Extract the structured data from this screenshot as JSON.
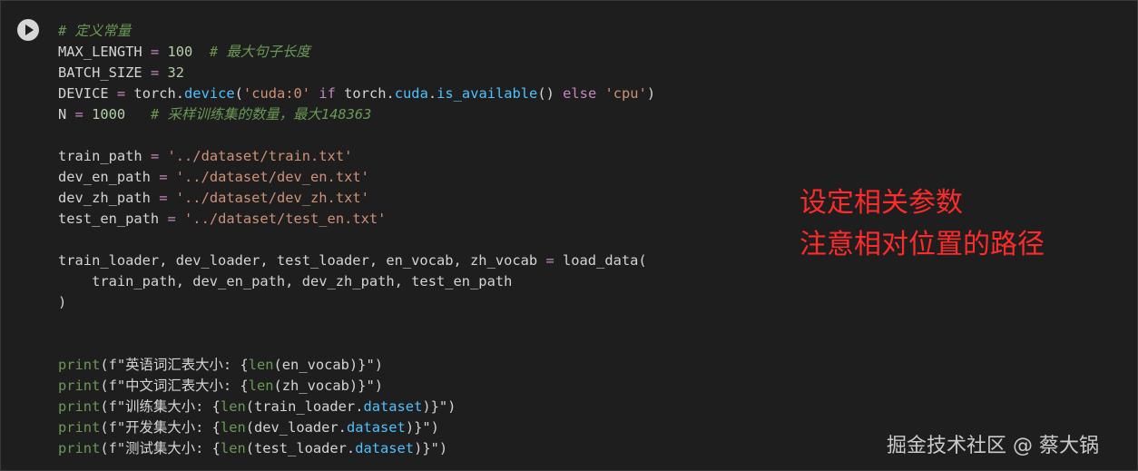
{
  "cell": {
    "run_button_label": "Run cell"
  },
  "code_lines": [
    [
      {
        "t": "comment",
        "v": "# 定义常量"
      }
    ],
    [
      {
        "t": "plain",
        "v": "MAX_LENGTH "
      },
      {
        "t": "op",
        "v": "="
      },
      {
        "t": "plain",
        "v": " "
      },
      {
        "t": "number",
        "v": "100"
      },
      {
        "t": "plain",
        "v": "  "
      },
      {
        "t": "comment",
        "v": "# 最大句子长度"
      }
    ],
    [
      {
        "t": "plain",
        "v": "BATCH_SIZE "
      },
      {
        "t": "op",
        "v": "="
      },
      {
        "t": "plain",
        "v": " "
      },
      {
        "t": "number",
        "v": "32"
      }
    ],
    [
      {
        "t": "plain",
        "v": "DEVICE "
      },
      {
        "t": "op",
        "v": "="
      },
      {
        "t": "plain",
        "v": " torch."
      },
      {
        "t": "attr",
        "v": "device"
      },
      {
        "t": "plain",
        "v": "("
      },
      {
        "t": "string",
        "v": "'cuda:0'"
      },
      {
        "t": "plain",
        "v": " "
      },
      {
        "t": "keyword",
        "v": "if"
      },
      {
        "t": "plain",
        "v": " torch."
      },
      {
        "t": "attr",
        "v": "cuda"
      },
      {
        "t": "plain",
        "v": "."
      },
      {
        "t": "attr",
        "v": "is_available"
      },
      {
        "t": "plain",
        "v": "() "
      },
      {
        "t": "keyword",
        "v": "else"
      },
      {
        "t": "plain",
        "v": " "
      },
      {
        "t": "string",
        "v": "'cpu'"
      },
      {
        "t": "plain",
        "v": ")"
      }
    ],
    [
      {
        "t": "plain",
        "v": "N "
      },
      {
        "t": "op",
        "v": "="
      },
      {
        "t": "plain",
        "v": " "
      },
      {
        "t": "number",
        "v": "1000"
      },
      {
        "t": "plain",
        "v": "   "
      },
      {
        "t": "comment",
        "v": "# 采样训练集的数量，最大148363"
      }
    ],
    [],
    [
      {
        "t": "plain",
        "v": "train_path "
      },
      {
        "t": "op",
        "v": "="
      },
      {
        "t": "plain",
        "v": " "
      },
      {
        "t": "string",
        "v": "'../dataset/train.txt'"
      }
    ],
    [
      {
        "t": "plain",
        "v": "dev_en_path "
      },
      {
        "t": "op",
        "v": "="
      },
      {
        "t": "plain",
        "v": " "
      },
      {
        "t": "string",
        "v": "'../dataset/dev_en.txt'"
      }
    ],
    [
      {
        "t": "plain",
        "v": "dev_zh_path "
      },
      {
        "t": "op",
        "v": "="
      },
      {
        "t": "plain",
        "v": " "
      },
      {
        "t": "string",
        "v": "'../dataset/dev_zh.txt'"
      }
    ],
    [
      {
        "t": "plain",
        "v": "test_en_path "
      },
      {
        "t": "op",
        "v": "="
      },
      {
        "t": "plain",
        "v": " "
      },
      {
        "t": "string",
        "v": "'../dataset/test_en.txt'"
      }
    ],
    [],
    [
      {
        "t": "plain",
        "v": "train_loader, dev_loader, test_loader, en_vocab, zh_vocab "
      },
      {
        "t": "op",
        "v": "="
      },
      {
        "t": "plain",
        "v": " load_data("
      }
    ],
    [
      {
        "t": "plain",
        "v": "    train_path, dev_en_path, dev_zh_path, test_en_path"
      }
    ],
    [
      {
        "t": "plain",
        "v": ")"
      }
    ],
    [],
    [],
    [
      {
        "t": "builtin",
        "v": "print"
      },
      {
        "t": "plain",
        "v": "(f"
      },
      {
        "t": "plain",
        "v": "\"英语词汇表大小: {"
      },
      {
        "t": "builtin",
        "v": "len"
      },
      {
        "t": "plain",
        "v": "(en_vocab)}\")"
      }
    ],
    [
      {
        "t": "builtin",
        "v": "print"
      },
      {
        "t": "plain",
        "v": "(f"
      },
      {
        "t": "plain",
        "v": "\"中文词汇表大小: {"
      },
      {
        "t": "builtin",
        "v": "len"
      },
      {
        "t": "plain",
        "v": "(zh_vocab)}\")"
      }
    ],
    [
      {
        "t": "builtin",
        "v": "print"
      },
      {
        "t": "plain",
        "v": "(f"
      },
      {
        "t": "plain",
        "v": "\"训练集大小: {"
      },
      {
        "t": "builtin",
        "v": "len"
      },
      {
        "t": "plain",
        "v": "(train_loader."
      },
      {
        "t": "attr",
        "v": "dataset"
      },
      {
        "t": "plain",
        "v": ")}\")"
      }
    ],
    [
      {
        "t": "builtin",
        "v": "print"
      },
      {
        "t": "plain",
        "v": "(f"
      },
      {
        "t": "plain",
        "v": "\"开发集大小: {"
      },
      {
        "t": "builtin",
        "v": "len"
      },
      {
        "t": "plain",
        "v": "(dev_loader."
      },
      {
        "t": "attr",
        "v": "dataset"
      },
      {
        "t": "plain",
        "v": ")}\")"
      }
    ],
    [
      {
        "t": "builtin",
        "v": "print"
      },
      {
        "t": "plain",
        "v": "(f"
      },
      {
        "t": "plain",
        "v": "\"测试集大小: {"
      },
      {
        "t": "builtin",
        "v": "len"
      },
      {
        "t": "plain",
        "v": "(test_loader."
      },
      {
        "t": "attr",
        "v": "dataset"
      },
      {
        "t": "plain",
        "v": ")}\")"
      }
    ]
  ],
  "annotation": {
    "line1": "设定相关参数",
    "line2": "注意相对位置的路径"
  },
  "watermark": "掘金技术社区 @ 蔡大锅",
  "colors": {
    "background": "#1e1e1e",
    "annotation": "#ff2a2a",
    "comment": "#6a9955",
    "string": "#ce9178",
    "number": "#b5cea8",
    "keyword": "#c586c0",
    "attribute": "#4fc1ff"
  },
  "icons": {
    "run": "play-icon"
  }
}
